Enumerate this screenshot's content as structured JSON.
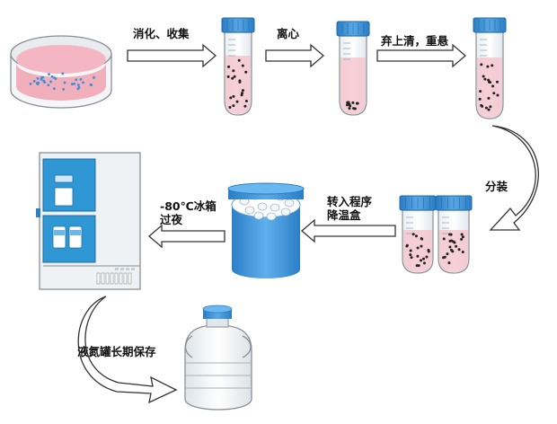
{
  "steps": {
    "digest_collect": "消化、收集",
    "centrifuge": "离心",
    "discard_resuspend": "弃上清，重悬",
    "aliquot": "分装",
    "program_box_line1": "转入程序",
    "program_box_line2": "降温盒",
    "freezer_line1": "-80℃冰箱",
    "freezer_line2": "过夜",
    "liquid_nitrogen": "液氮罐长期保存"
  },
  "colors": {
    "dish_medium": "#f3b8c4",
    "dish_cells": "#3b8fd6",
    "tube_cap": "#3b8fd6",
    "tube_liquid": "#f4c9d2",
    "cell_pellet": "#222222",
    "freezer_panel": "#2f97d4",
    "freezer_body": "#eef2f4",
    "program_box": "#3b8fd6",
    "arrow_outline": "#333333"
  },
  "icons": [
    "culture-dish-icon",
    "centrifuge-tube-icon",
    "freezer-icon",
    "cooling-box-icon",
    "liquid-nitrogen-tank-icon"
  ]
}
